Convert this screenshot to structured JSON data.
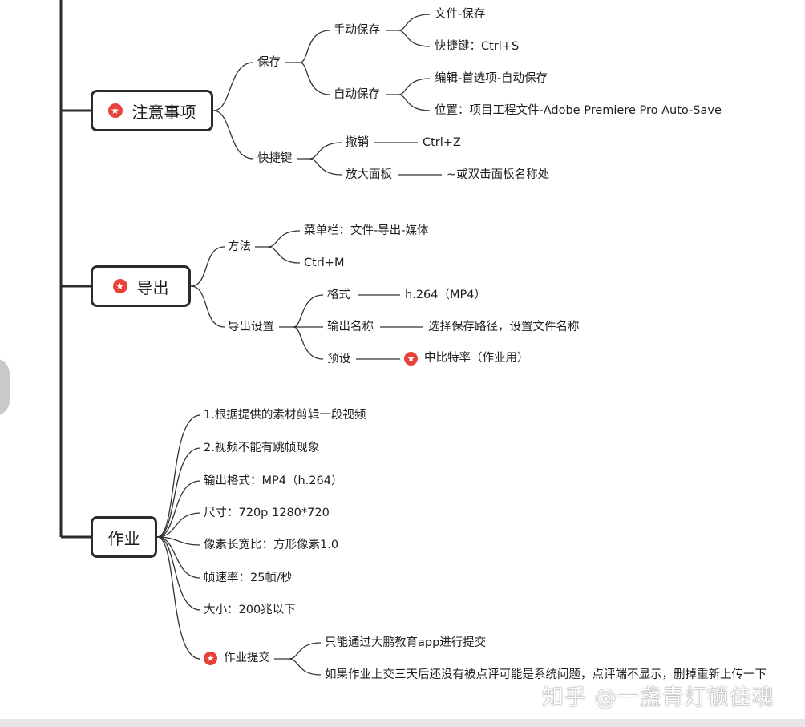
{
  "topics": {
    "notes": "注意事项",
    "export": "导出",
    "homework": "作业"
  },
  "notes": {
    "save": "保存",
    "manual_save": "手动保存",
    "manual_file": "文件-保存",
    "manual_shortcut": "快捷键：Ctrl+S",
    "auto_save": "自动保存",
    "auto_path": "编辑-首选项-自动保存",
    "auto_location": "位置：项目工程文件-Adobe Premiere Pro Auto-Save",
    "shortcuts": "快捷键",
    "undo": "撤销",
    "undo_key": "Ctrl+Z",
    "maximize": "放大面板",
    "maximize_key": "~或双击面板名称处"
  },
  "export": {
    "method": "方法",
    "menu": "菜单栏：文件-导出-媒体",
    "ctrl_m": "Ctrl+M",
    "settings": "导出设置",
    "format": "格式",
    "format_value": "h.264（MP4）",
    "output_name": "输出名称",
    "output_name_value": "选择保存路径，设置文件名称",
    "preset": "预设",
    "preset_value": "中比特率（作业用）"
  },
  "homework": {
    "items": [
      "1.根据提供的素材剪辑一段视频",
      "2.视频不能有跳帧现象",
      "输出格式：MP4（h.264）",
      "尺寸：720p 1280*720",
      "像素长宽比：方形像素1.0",
      "帧速率：25帧/秒",
      "大小：200兆以下"
    ],
    "submit": "作业提交",
    "submit_app": "只能通过大鹏教育app进行提交",
    "submit_note": "如果作业上交三天后还没有被点评可能是系统问题，点评端不显示，删掉重新上传一下"
  },
  "watermark": "知乎 @一盏青灯锁佳魂",
  "colors": {
    "line": "#2b2b2b",
    "star": "#e8423b",
    "text": "#1e1e1e"
  },
  "icons": {
    "marker": "star-marker-icon"
  }
}
